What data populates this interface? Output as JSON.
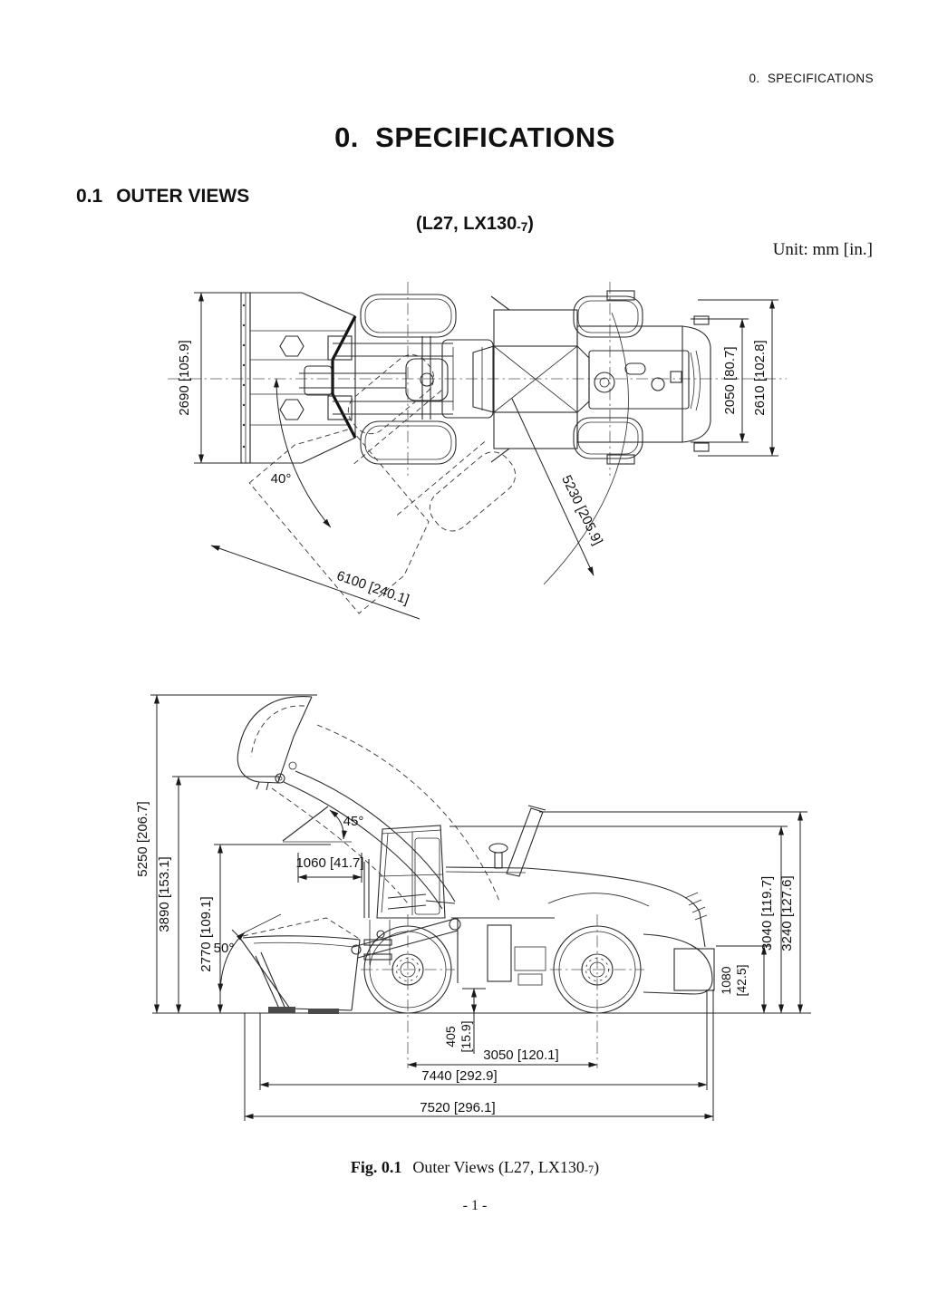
{
  "page": {
    "header_right": "0.  SPECIFICATIONS",
    "title": "0.  SPECIFICATIONS",
    "section_number": "0.1",
    "section_title": "OUTER VIEWS",
    "model_prefix": "(L27, LX130",
    "model_subscript": "-7",
    "model_suffix": ")",
    "unit_label": "Unit: mm [in.]",
    "figure_label": "Fig. 0.1",
    "figure_caption": "Outer Views (L27, LX130",
    "figure_subscript": "-7",
    "figure_suffix": ")",
    "page_number": "- 1 -"
  },
  "top_view": {
    "dim_bucket_width": "2690 [105.9]",
    "dim_tread_width": "2050 [80.7]",
    "dim_overall_width": "2610 [102.8]",
    "dim_steering_angle": "40°",
    "dim_turning_radius": "5230 [205.9]",
    "dim_clearance_radius": "6100 [240.1]"
  },
  "side_view": {
    "dim_overall_height_raised": "5250 [206.7]",
    "dim_hinge_pin_height": "3890 [153.1]",
    "dim_dump_clearance": "2770 [109.1]",
    "dim_dump_angle": "45°",
    "dim_dump_reach": "1060 [41.7]",
    "dim_rollback_angle": "50°",
    "dim_ground_clearance_mm": "405",
    "dim_ground_clearance_in": "[15.9]",
    "dim_wheelbase": "3050 [120.1]",
    "dim_length_to_bucket": "7440 [292.9]",
    "dim_overall_length": "7520 [296.1]",
    "dim_cab_height": "3040 [119.7]",
    "dim_overall_height": "3240 [127.6]",
    "dim_rear_height_mm": "1080",
    "dim_rear_height_in": "[42.5]"
  }
}
